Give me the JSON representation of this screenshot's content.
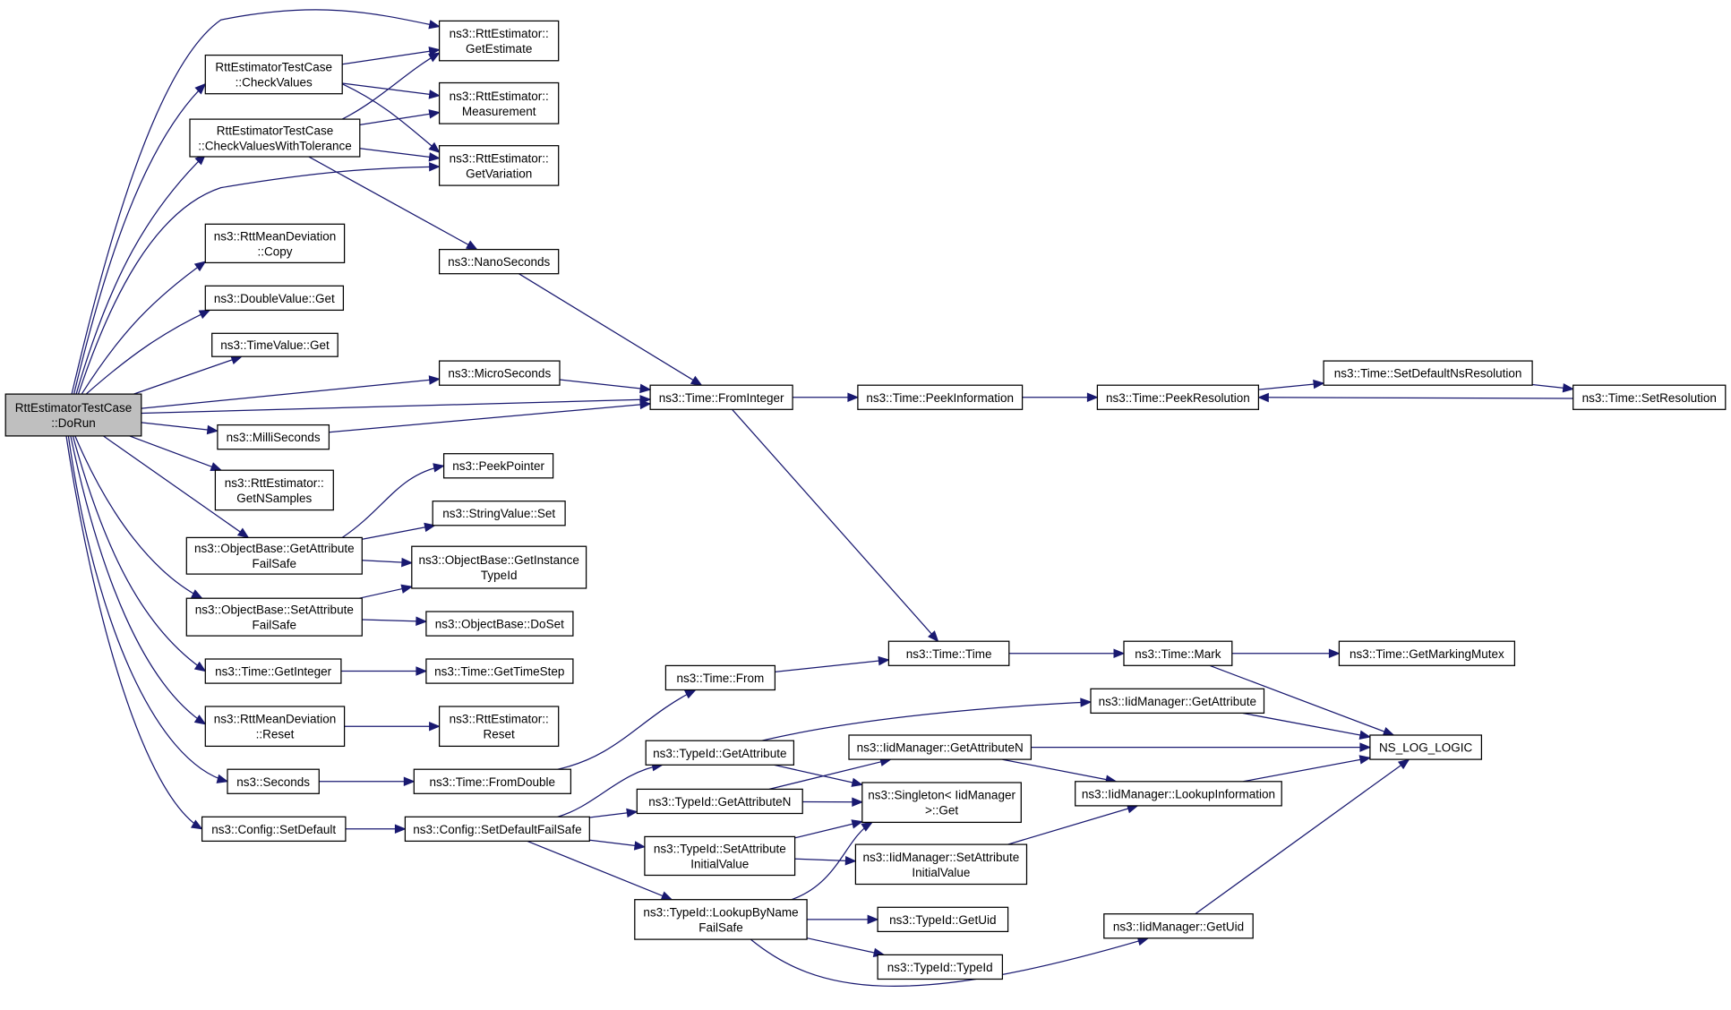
{
  "graph": {
    "edge_color": "#191970",
    "root_fill": "#bfbfbf",
    "node_fill": "#ffffff",
    "nodes": [
      {
        "id": "dorun",
        "root": true,
        "lines": [
          "RttEstimatorTestCase",
          "::DoRun"
        ]
      },
      {
        "id": "checkvalues",
        "lines": [
          "RttEstimatorTestCase",
          "::CheckValues"
        ]
      },
      {
        "id": "checkvaluestol",
        "lines": [
          "RttEstimatorTestCase",
          "::CheckValuesWithTolerance"
        ]
      },
      {
        "id": "meancopy",
        "lines": [
          "ns3::RttMeanDeviation",
          "::Copy"
        ]
      },
      {
        "id": "doubleget",
        "lines": [
          "ns3::DoubleValue::Get"
        ]
      },
      {
        "id": "timevalueget",
        "lines": [
          "ns3::TimeValue::Get"
        ]
      },
      {
        "id": "microseconds",
        "lines": [
          "ns3::MicroSeconds"
        ]
      },
      {
        "id": "milliseconds",
        "lines": [
          "ns3::MilliSeconds"
        ]
      },
      {
        "id": "getnsamples",
        "lines": [
          "ns3::RttEstimator::",
          "GetNSamples"
        ]
      },
      {
        "id": "getattrfailsafe",
        "lines": [
          "ns3::ObjectBase::GetAttribute",
          "FailSafe"
        ]
      },
      {
        "id": "setattrfailsafe",
        "lines": [
          "ns3::ObjectBase::SetAttribute",
          "FailSafe"
        ]
      },
      {
        "id": "timegetinteger",
        "lines": [
          "ns3::Time::GetInteger"
        ]
      },
      {
        "id": "meanreset",
        "lines": [
          "ns3::RttMeanDeviation",
          "::Reset"
        ]
      },
      {
        "id": "seconds",
        "lines": [
          "ns3::Seconds"
        ]
      },
      {
        "id": "configsetdefault",
        "lines": [
          "ns3::Config::SetDefault"
        ]
      },
      {
        "id": "getestimate",
        "lines": [
          "ns3::RttEstimator::",
          "GetEstimate"
        ]
      },
      {
        "id": "measurement",
        "lines": [
          "ns3::RttEstimator::",
          "Measurement"
        ]
      },
      {
        "id": "getvariation",
        "lines": [
          "ns3::RttEstimator::",
          "GetVariation"
        ]
      },
      {
        "id": "nanoseconds",
        "lines": [
          "ns3::NanoSeconds"
        ]
      },
      {
        "id": "peekpointer",
        "lines": [
          "ns3::PeekPointer"
        ]
      },
      {
        "id": "stringvalueset",
        "lines": [
          "ns3::StringValue::Set"
        ]
      },
      {
        "id": "getinstancetypeid",
        "lines": [
          "ns3::ObjectBase::GetInstance",
          "TypeId"
        ]
      },
      {
        "id": "doset",
        "lines": [
          "ns3::ObjectBase::DoSet"
        ]
      },
      {
        "id": "gettimestep",
        "lines": [
          "ns3::Time::GetTimeStep"
        ]
      },
      {
        "id": "estreset",
        "lines": [
          "ns3::RttEstimator::",
          "Reset"
        ]
      },
      {
        "id": "fromdouble",
        "lines": [
          "ns3::Time::FromDouble"
        ]
      },
      {
        "id": "setdefaultfailsafe",
        "lines": [
          "ns3::Config::SetDefaultFailSafe"
        ]
      },
      {
        "id": "timefrom",
        "lines": [
          "ns3::Time::From"
        ]
      },
      {
        "id": "typeidgetattribute",
        "lines": [
          "ns3::TypeId::GetAttribute"
        ]
      },
      {
        "id": "typeidgetattributen",
        "lines": [
          "ns3::TypeId::GetAttributeN"
        ]
      },
      {
        "id": "typeidsetattrinit",
        "lines": [
          "ns3::TypeId::SetAttribute",
          "InitialValue"
        ]
      },
      {
        "id": "lookupbyname",
        "lines": [
          "ns3::TypeId::LookupByName",
          "FailSafe"
        ]
      },
      {
        "id": "frominteger",
        "lines": [
          "ns3::Time::FromInteger"
        ]
      },
      {
        "id": "peekinformation",
        "lines": [
          "ns3::Time::PeekInformation"
        ]
      },
      {
        "id": "peekresolution",
        "lines": [
          "ns3::Time::PeekResolution"
        ]
      },
      {
        "id": "setdefaultnsres",
        "lines": [
          "ns3::Time::SetDefaultNsResolution"
        ]
      },
      {
        "id": "setresolution",
        "lines": [
          "ns3::Time::SetResolution"
        ]
      },
      {
        "id": "timetime",
        "lines": [
          "ns3::Time::Time"
        ]
      },
      {
        "id": "timemark",
        "lines": [
          "ns3::Time::Mark"
        ]
      },
      {
        "id": "getmarkingmutex",
        "lines": [
          "ns3::Time::GetMarkingMutex"
        ]
      },
      {
        "id": "iidgetattribute",
        "lines": [
          "ns3::IidManager::GetAttribute"
        ]
      },
      {
        "id": "iidgetattributen",
        "lines": [
          "ns3::IidManager::GetAttributeN"
        ]
      },
      {
        "id": "singletonget",
        "lines": [
          "ns3::Singleton< IidManager",
          ">::Get"
        ]
      },
      {
        "id": "iidlookupinfo",
        "lines": [
          "ns3::IidManager::LookupInformation"
        ]
      },
      {
        "id": "iidsetattrinit",
        "lines": [
          "ns3::IidManager::SetAttribute",
          "InitialValue"
        ]
      },
      {
        "id": "typeidgetuid",
        "lines": [
          "ns3::TypeId::GetUid"
        ]
      },
      {
        "id": "typeidtypeid",
        "lines": [
          "ns3::TypeId::TypeId"
        ]
      },
      {
        "id": "iidgetuid",
        "lines": [
          "ns3::IidManager::GetUid"
        ]
      },
      {
        "id": "nslog",
        "lines": [
          "NS_LOG_LOGIC"
        ]
      }
    ],
    "edges": [
      [
        "dorun",
        "getestimate"
      ],
      [
        "dorun",
        "checkvalues"
      ],
      [
        "dorun",
        "checkvaluestol"
      ],
      [
        "dorun",
        "getvariation"
      ],
      [
        "dorun",
        "meancopy"
      ],
      [
        "dorun",
        "doubleget"
      ],
      [
        "dorun",
        "timevalueget"
      ],
      [
        "dorun",
        "microseconds"
      ],
      [
        "dorun",
        "frominteger"
      ],
      [
        "dorun",
        "milliseconds"
      ],
      [
        "dorun",
        "getnsamples"
      ],
      [
        "dorun",
        "getattrfailsafe"
      ],
      [
        "dorun",
        "setattrfailsafe"
      ],
      [
        "dorun",
        "timegetinteger"
      ],
      [
        "dorun",
        "meanreset"
      ],
      [
        "dorun",
        "seconds"
      ],
      [
        "dorun",
        "configsetdefault"
      ],
      [
        "checkvalues",
        "getestimate"
      ],
      [
        "checkvalues",
        "measurement"
      ],
      [
        "checkvalues",
        "getvariation"
      ],
      [
        "checkvaluestol",
        "getestimate"
      ],
      [
        "checkvaluestol",
        "measurement"
      ],
      [
        "checkvaluestol",
        "getvariation"
      ],
      [
        "checkvaluestol",
        "nanoseconds"
      ],
      [
        "nanoseconds",
        "frominteger"
      ],
      [
        "microseconds",
        "frominteger"
      ],
      [
        "milliseconds",
        "frominteger"
      ],
      [
        "getattrfailsafe",
        "peekpointer"
      ],
      [
        "getattrfailsafe",
        "stringvalueset"
      ],
      [
        "getattrfailsafe",
        "getinstancetypeid"
      ],
      [
        "setattrfailsafe",
        "getinstancetypeid"
      ],
      [
        "setattrfailsafe",
        "doset"
      ],
      [
        "timegetinteger",
        "gettimestep"
      ],
      [
        "meanreset",
        "estreset"
      ],
      [
        "seconds",
        "fromdouble"
      ],
      [
        "fromdouble",
        "timefrom"
      ],
      [
        "timefrom",
        "timetime"
      ],
      [
        "configsetdefault",
        "setdefaultfailsafe"
      ],
      [
        "setdefaultfailsafe",
        "typeidgetattribute"
      ],
      [
        "setdefaultfailsafe",
        "typeidgetattributen"
      ],
      [
        "setdefaultfailsafe",
        "typeidsetattrinit"
      ],
      [
        "setdefaultfailsafe",
        "lookupbyname"
      ],
      [
        "frominteger",
        "peekinformation"
      ],
      [
        "frominteger",
        "timetime"
      ],
      [
        "peekinformation",
        "peekresolution"
      ],
      [
        "peekresolution",
        "setdefaultnsres"
      ],
      [
        "setdefaultnsres",
        "setresolution"
      ],
      [
        "setresolution",
        "peekresolution"
      ],
      [
        "timetime",
        "timemark"
      ],
      [
        "timemark",
        "getmarkingmutex"
      ],
      [
        "timemark",
        "nslog"
      ],
      [
        "typeidgetattribute",
        "iidgetattribute"
      ],
      [
        "typeidgetattribute",
        "singletonget"
      ],
      [
        "typeidgetattributen",
        "iidgetattributen"
      ],
      [
        "typeidgetattributen",
        "singletonget"
      ],
      [
        "typeidsetattrinit",
        "singletonget"
      ],
      [
        "typeidsetattrinit",
        "iidsetattrinit"
      ],
      [
        "lookupbyname",
        "singletonget"
      ],
      [
        "lookupbyname",
        "typeidgetuid"
      ],
      [
        "lookupbyname",
        "typeidtypeid"
      ],
      [
        "lookupbyname",
        "iidgetuid"
      ],
      [
        "iidgetattribute",
        "nslog"
      ],
      [
        "iidgetattributen",
        "nslog"
      ],
      [
        "iidgetattributen",
        "iidlookupinfo"
      ],
      [
        "iidlookupinfo",
        "nslog"
      ],
      [
        "iidsetattrinit",
        "iidlookupinfo"
      ],
      [
        "iidgetuid",
        "nslog"
      ]
    ]
  }
}
